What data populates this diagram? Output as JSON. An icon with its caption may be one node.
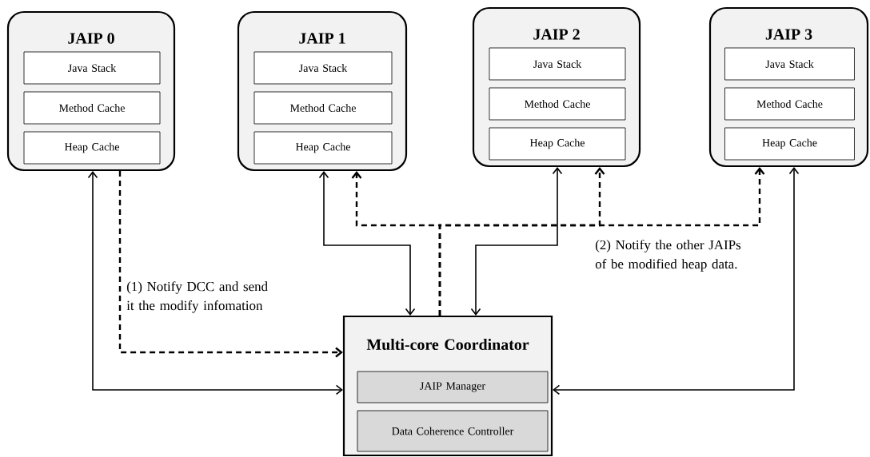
{
  "diagram": {
    "nodes": [
      {
        "text": [
          "JAIP 0"
        ]
      },
      {
        "text": [
          "Java Stack"
        ],
        "in": 0
      },
      {
        "text": [
          "Method Cache"
        ],
        "in": 0
      },
      {
        "text": [
          "Heap Cache"
        ],
        "in": 0
      },
      {
        "text": [
          "JAIP 1"
        ]
      },
      {
        "text": [
          "Java Stack"
        ],
        "in": 4
      },
      {
        "text": [
          "Method Cache"
        ],
        "in": 4
      },
      {
        "text": [
          "Heap Cache"
        ],
        "in": 4
      },
      {
        "text": [
          "JAIP 2"
        ]
      },
      {
        "text": [
          "Java Stack"
        ],
        "in": 8
      },
      {
        "text": [
          "Method Cache"
        ],
        "in": 8
      },
      {
        "text": [
          "Heap Cache"
        ],
        "in": 8
      },
      {
        "text": [
          "JAIP 3"
        ]
      },
      {
        "text": [
          "Java Stack"
        ],
        "in": 12
      },
      {
        "text": [
          "Method Cache"
        ],
        "in": 12
      },
      {
        "text": [
          "Heap Cache"
        ],
        "in": 12
      },
      {
        "text": [
          "Multi-core Coordinator"
        ]
      },
      {
        "text": [
          "JAIP Manager"
        ],
        "in": 16
      },
      {
        "text": [
          "Data Coherence Controller"
        ],
        "in": 16
      }
    ],
    "edges": [
      {
        "from": 0,
        "to": 16,
        "arrow": "both"
      },
      {
        "from": 0,
        "to": 16,
        "arrow": "to",
        "style": "dashed",
        "label": "(1) Notify DCC and send it the modify infomation"
      },
      {
        "from": 4,
        "to": 16,
        "arrow": "both"
      },
      {
        "from": 8,
        "to": 16,
        "arrow": "both"
      },
      {
        "from": 12,
        "to": 16,
        "arrow": "both"
      },
      {
        "from": 16,
        "to": 4,
        "arrow": "to",
        "style": "dashed"
      },
      {
        "from": 16,
        "to": 8,
        "arrow": "to",
        "style": "dashed"
      },
      {
        "from": 16,
        "to": 12,
        "arrow": "to",
        "style": "dashed"
      }
    ],
    "labels": [
      "(2) Notify the other JAIPs of be modified heap data."
    ]
  }
}
